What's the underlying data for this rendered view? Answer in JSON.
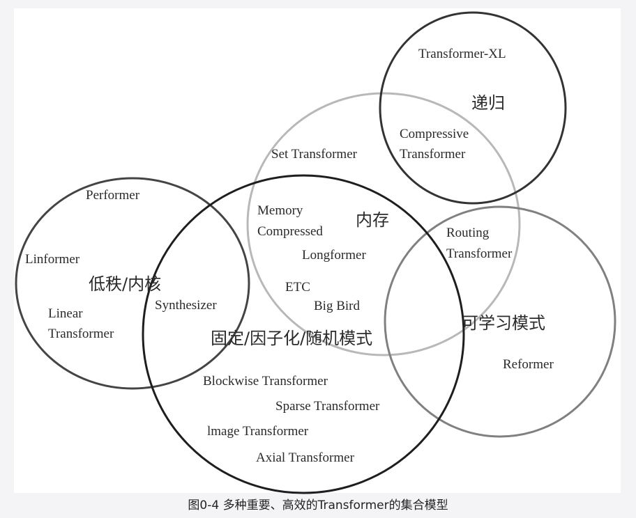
{
  "caption": "图0-4 多种重要、高效的Transformer的集合模型",
  "groups": {
    "recurrence": "递归",
    "memory": "内存",
    "low_rank_kernel": "低秩/内核",
    "fixed_factorized_random": "固定/因子化/随机模式",
    "learnable": "可学习模式"
  },
  "models": {
    "transformer_xl": "Transformer-XL",
    "compressive_1": "Compressive",
    "compressive_2": "Transformer",
    "set_transformer": "Set Transformer",
    "performer": "Performer",
    "linformer": "Linformer",
    "linear_1": "Linear",
    "linear_2": "Transformer",
    "synthesizer": "Synthesizer",
    "memory_1": "Memory",
    "memory_2": "Compressed",
    "longformer": "Longformer",
    "etc": "ETC",
    "big_bird": "Big Bird",
    "routing_1": "Routing",
    "routing_2": "Transformer",
    "reformer": "Reformer",
    "blockwise": "Blockwise Transformer",
    "sparse": "Sparse Transformer",
    "image": "lmage Transformer",
    "axial": "Axial Transformer"
  },
  "colors": {
    "dark": "#3a3a3a",
    "black": "#1e1e1e",
    "light": "#b4b4b4",
    "mid": "#7a7a7a"
  }
}
